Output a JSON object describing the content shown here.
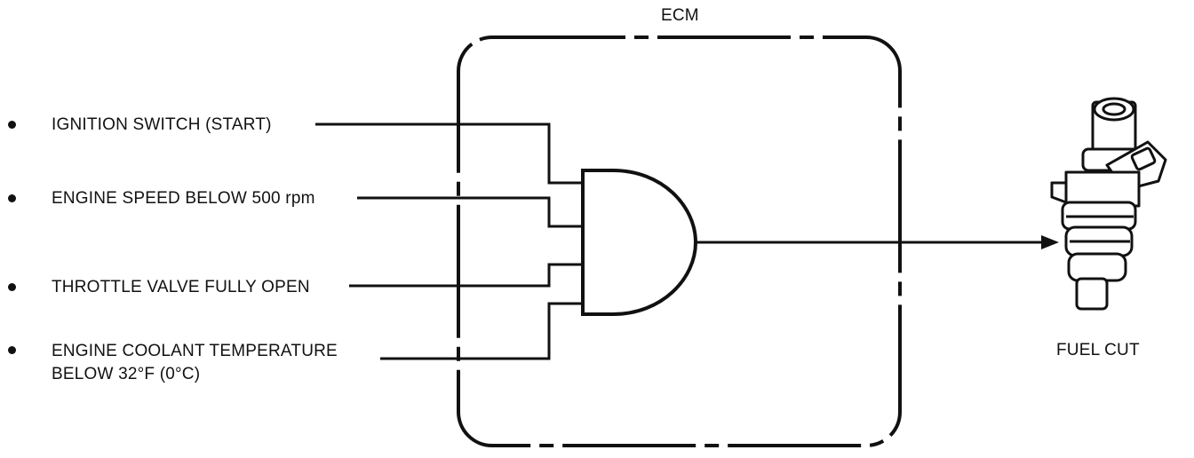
{
  "diagram": {
    "ecm_label": "ECM",
    "inputs": [
      {
        "label": "IGNITION SWITCH (START)"
      },
      {
        "label": "ENGINE SPEED BELOW 500 rpm"
      },
      {
        "label": "THROTTLE VALVE FULLY OPEN"
      },
      {
        "label": "ENGINE COOLANT TEMPERATURE",
        "label_line2": "BELOW 32°F (0°C)"
      }
    ],
    "gate": "AND-gate",
    "output_label": "FUEL CUT",
    "output_icon": "fuel-injector-icon"
  }
}
